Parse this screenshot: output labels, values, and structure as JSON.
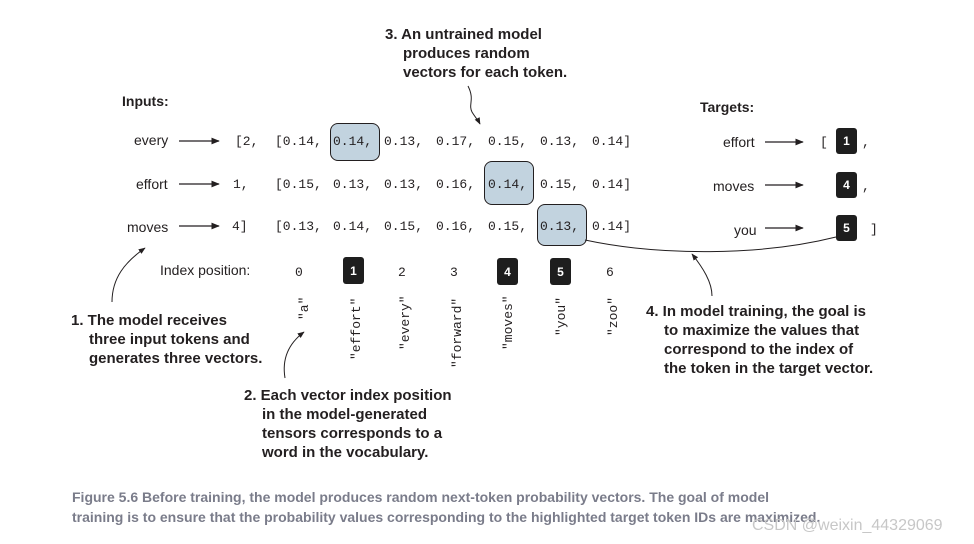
{
  "labels": {
    "inputs": "Inputs:",
    "targets": "Targets:",
    "index_position": "Index position:"
  },
  "inputs": [
    {
      "word": "every",
      "id": "[2,",
      "vector": [
        "[0.14,",
        "0.14,",
        "0.13,",
        "0.17,",
        "0.15,",
        "0.13,",
        "0.14]"
      ]
    },
    {
      "word": "effort",
      "id": "1,",
      "vector": [
        "[0.15,",
        "0.13,",
        "0.13,",
        "0.16,",
        "0.14,",
        "0.15,",
        "0.14]"
      ]
    },
    {
      "word": "moves",
      "id": "4]",
      "vector": [
        "[0.13,",
        "0.14,",
        "0.15,",
        "0.16,",
        "0.15,",
        "0.13,",
        "0.14]"
      ]
    }
  ],
  "targets": [
    {
      "word": "effort",
      "open": "[",
      "id": "1",
      "close": ","
    },
    {
      "word": "moves",
      "open": "",
      "id": "4",
      "close": ","
    },
    {
      "word": "you",
      "open": "",
      "id": "5",
      "close": "]"
    }
  ],
  "vocab": [
    {
      "index": "0",
      "word": "\"a\""
    },
    {
      "index": "1",
      "word": "\"effort\""
    },
    {
      "index": "2",
      "word": "\"every\""
    },
    {
      "index": "3",
      "word": "\"forward\""
    },
    {
      "index": "4",
      "word": "\"moves\""
    },
    {
      "index": "5",
      "word": "\"you\""
    },
    {
      "index": "6",
      "word": "\"zoo\""
    }
  ],
  "callouts": {
    "c1": [
      "1. The model receives",
      "three input tokens and",
      "generates three vectors."
    ],
    "c2": [
      "2. Each vector index position",
      "in the model-generated",
      "tensors corresponds to a",
      "word in the vocabulary."
    ],
    "c3": [
      "3. An untrained model",
      "produces random",
      "vectors for each token."
    ],
    "c4": [
      "4. In model training, the goal is",
      "to maximize the values that",
      "correspond to the index of",
      "the token in the target vector."
    ]
  },
  "caption": {
    "line1": "Figure 5.6    Before training, the model produces random next-token probability vectors. The goal of model",
    "line2": "training is to ensure that the probability values corresponding to the highlighted target token IDs are maximized."
  },
  "watermark": "CSDN @weixin_44329069",
  "colors": {
    "highlight": "#c2d3df",
    "badge": "#1e1e1e",
    "caption": "#7a7c8a"
  }
}
